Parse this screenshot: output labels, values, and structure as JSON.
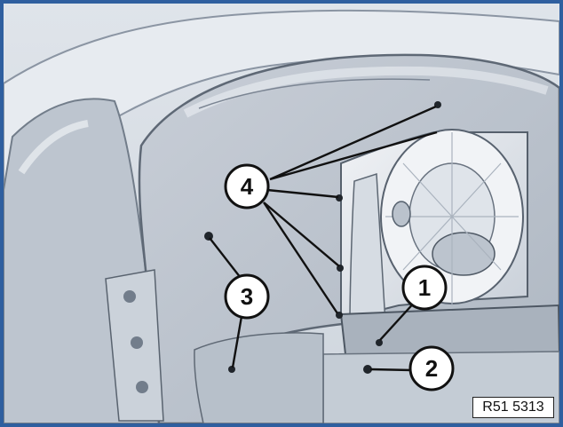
{
  "figure": {
    "reference_code": "R51 5313"
  },
  "callouts": [
    {
      "label": "1"
    },
    {
      "label": "2"
    },
    {
      "label": "3"
    },
    {
      "label": "4"
    }
  ]
}
